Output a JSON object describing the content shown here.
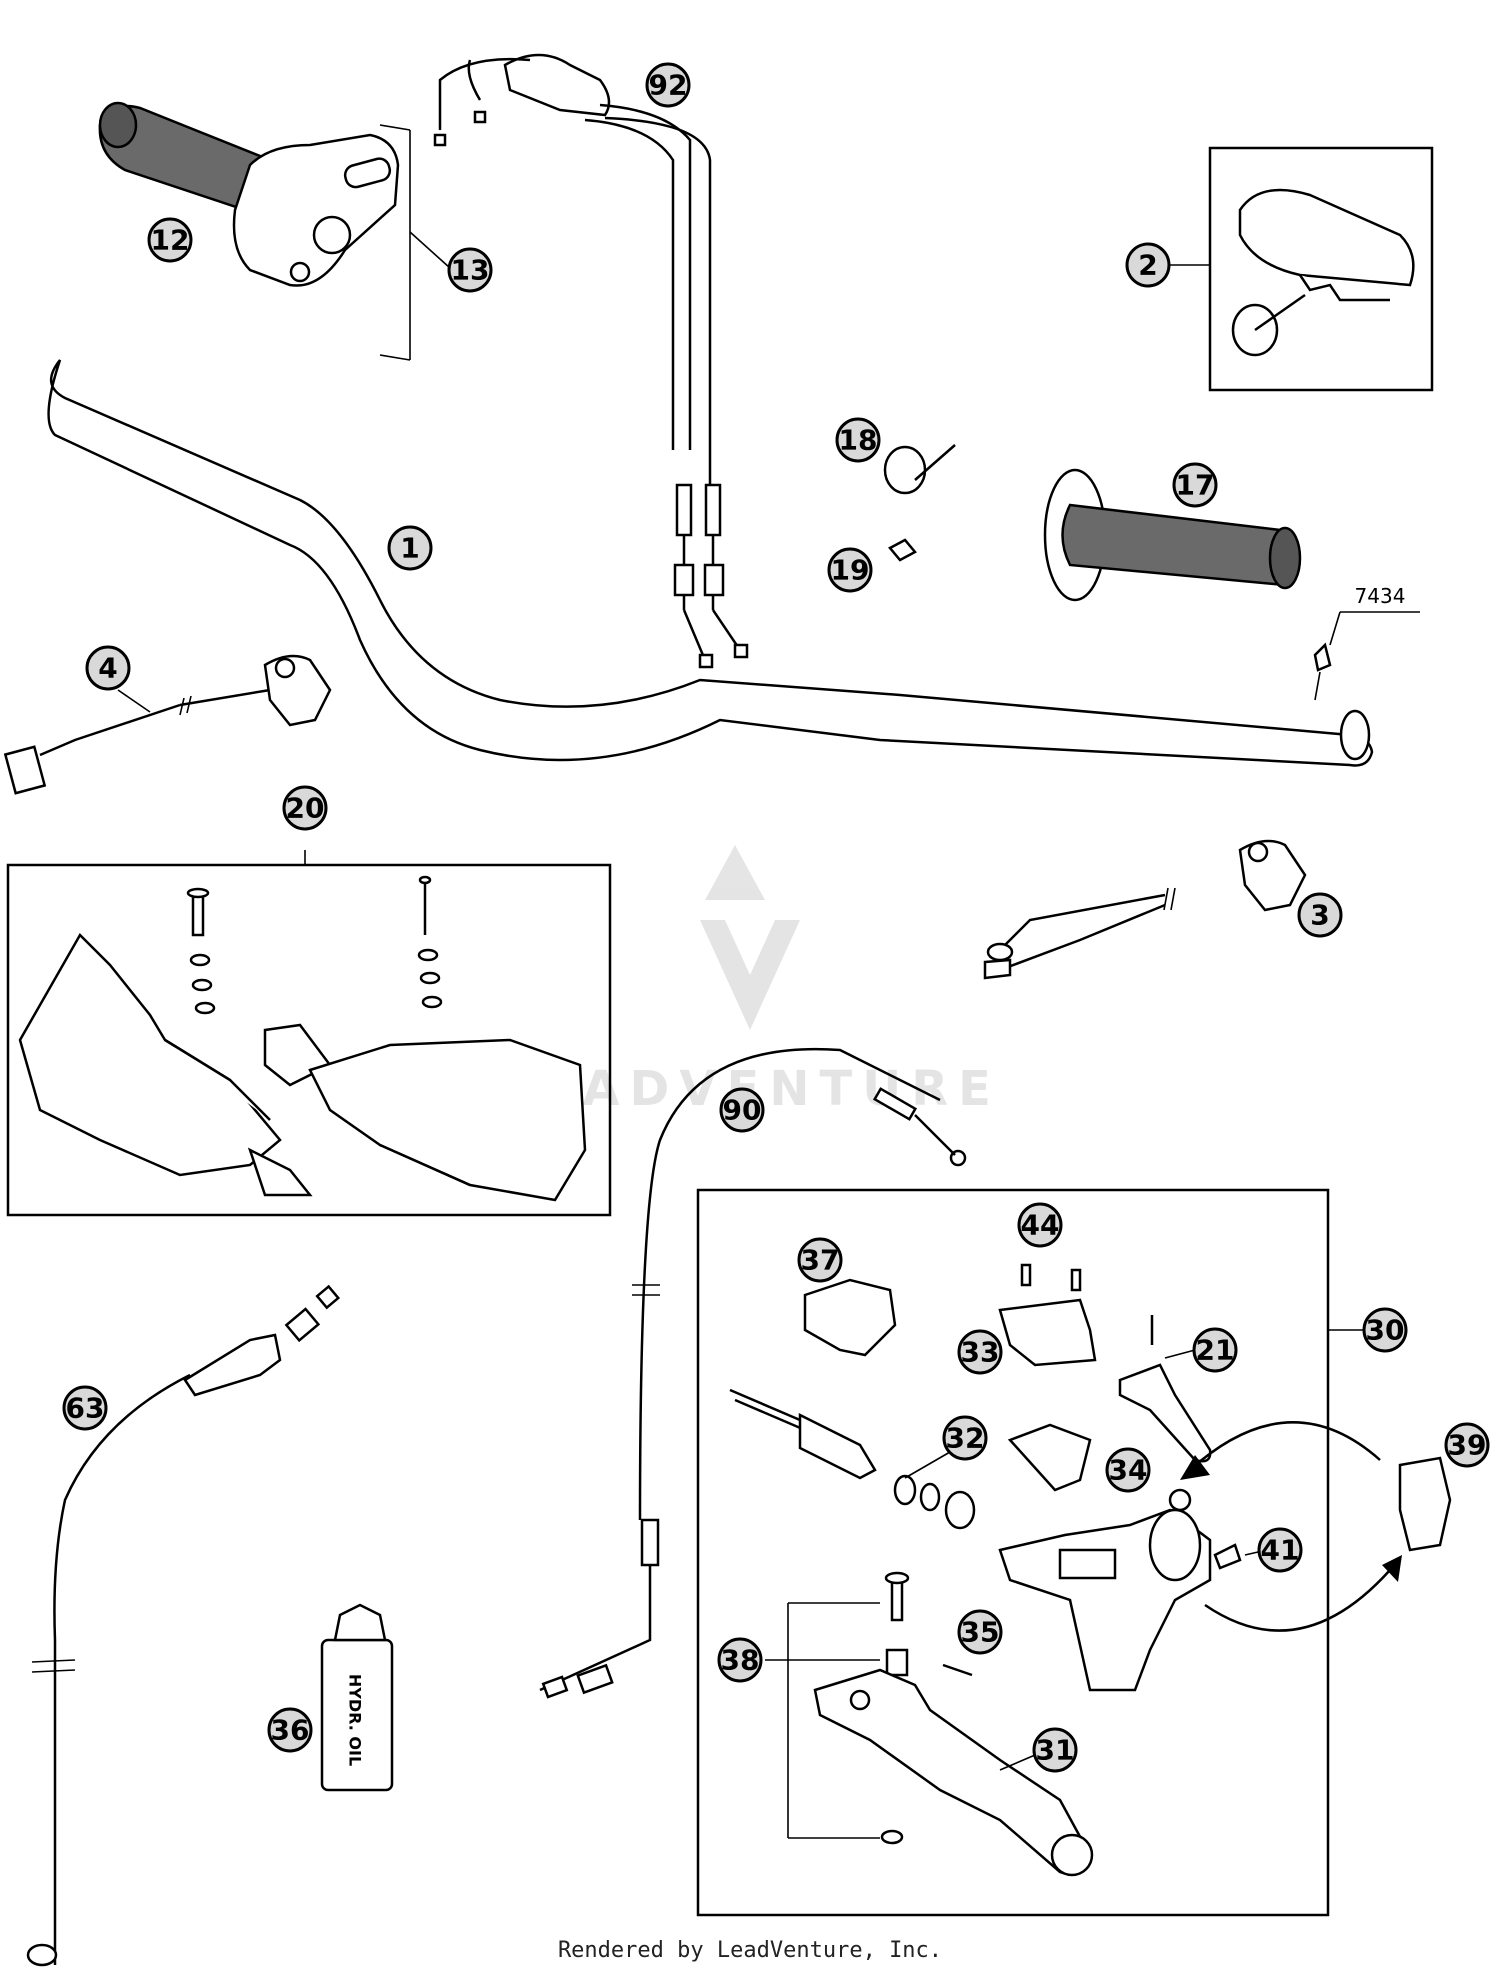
{
  "callouts": [
    {
      "id": "1",
      "label": "1"
    },
    {
      "id": "2",
      "label": "2"
    },
    {
      "id": "3",
      "label": "3"
    },
    {
      "id": "4",
      "label": "4"
    },
    {
      "id": "12",
      "label": "12"
    },
    {
      "id": "13",
      "label": "13"
    },
    {
      "id": "17",
      "label": "17"
    },
    {
      "id": "18",
      "label": "18"
    },
    {
      "id": "19",
      "label": "19"
    },
    {
      "id": "20",
      "label": "20"
    },
    {
      "id": "21",
      "label": "21"
    },
    {
      "id": "30",
      "label": "30"
    },
    {
      "id": "31",
      "label": "31"
    },
    {
      "id": "32",
      "label": "32"
    },
    {
      "id": "33",
      "label": "33"
    },
    {
      "id": "34",
      "label": "34"
    },
    {
      "id": "35",
      "label": "35"
    },
    {
      "id": "36",
      "label": "36"
    },
    {
      "id": "37",
      "label": "37"
    },
    {
      "id": "38",
      "label": "38"
    },
    {
      "id": "39",
      "label": "39"
    },
    {
      "id": "41",
      "label": "41"
    },
    {
      "id": "44",
      "label": "44"
    },
    {
      "id": "63",
      "label": "63"
    },
    {
      "id": "90",
      "label": "90"
    },
    {
      "id": "92",
      "label": "92"
    }
  ],
  "plain_label": "7434",
  "bottle_text": "HYDR. OIL",
  "watermark": "LEADVENTURE",
  "footer": "Rendered by LeadVenture, Inc."
}
